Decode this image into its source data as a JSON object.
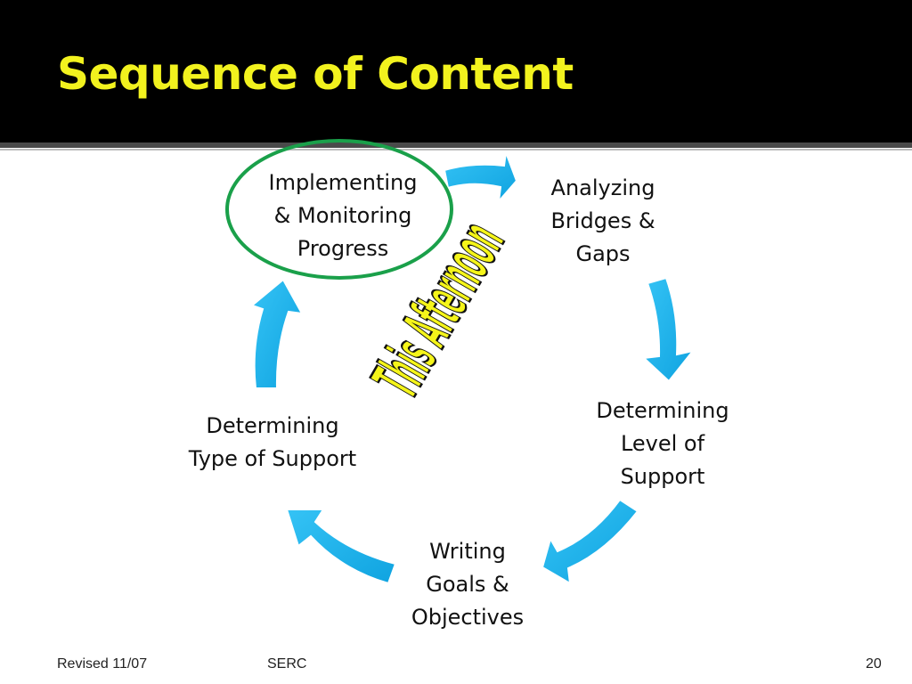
{
  "slide": {
    "title": "Sequence of Content"
  },
  "cycle": {
    "nodes": [
      {
        "id": "implementing",
        "lines": [
          "Implementing",
          "& Monitoring",
          "Progress"
        ],
        "highlighted": true
      },
      {
        "id": "analyzing",
        "lines": [
          "Analyzing",
          "Bridges &",
          "Gaps"
        ],
        "highlighted": false
      },
      {
        "id": "determining-level",
        "lines": [
          "Determining",
          "Level of",
          "Support"
        ],
        "highlighted": false
      },
      {
        "id": "writing",
        "lines": [
          "Writing",
          "Goals &",
          "Objectives"
        ],
        "highlighted": false
      },
      {
        "id": "determining-type",
        "lines": [
          "Determining",
          "Type of Support"
        ],
        "highlighted": false
      }
    ],
    "arrow_color": "#1ab0ea",
    "highlight_color": "#1aa04a"
  },
  "callout": {
    "text": "This Afternoon",
    "fill_color": "#f5f51a"
  },
  "footer": {
    "revised": "Revised 11/07",
    "org": "SERC",
    "page": "20"
  },
  "colors": {
    "title_bar": "#000000",
    "title_text": "#f2f21e"
  }
}
